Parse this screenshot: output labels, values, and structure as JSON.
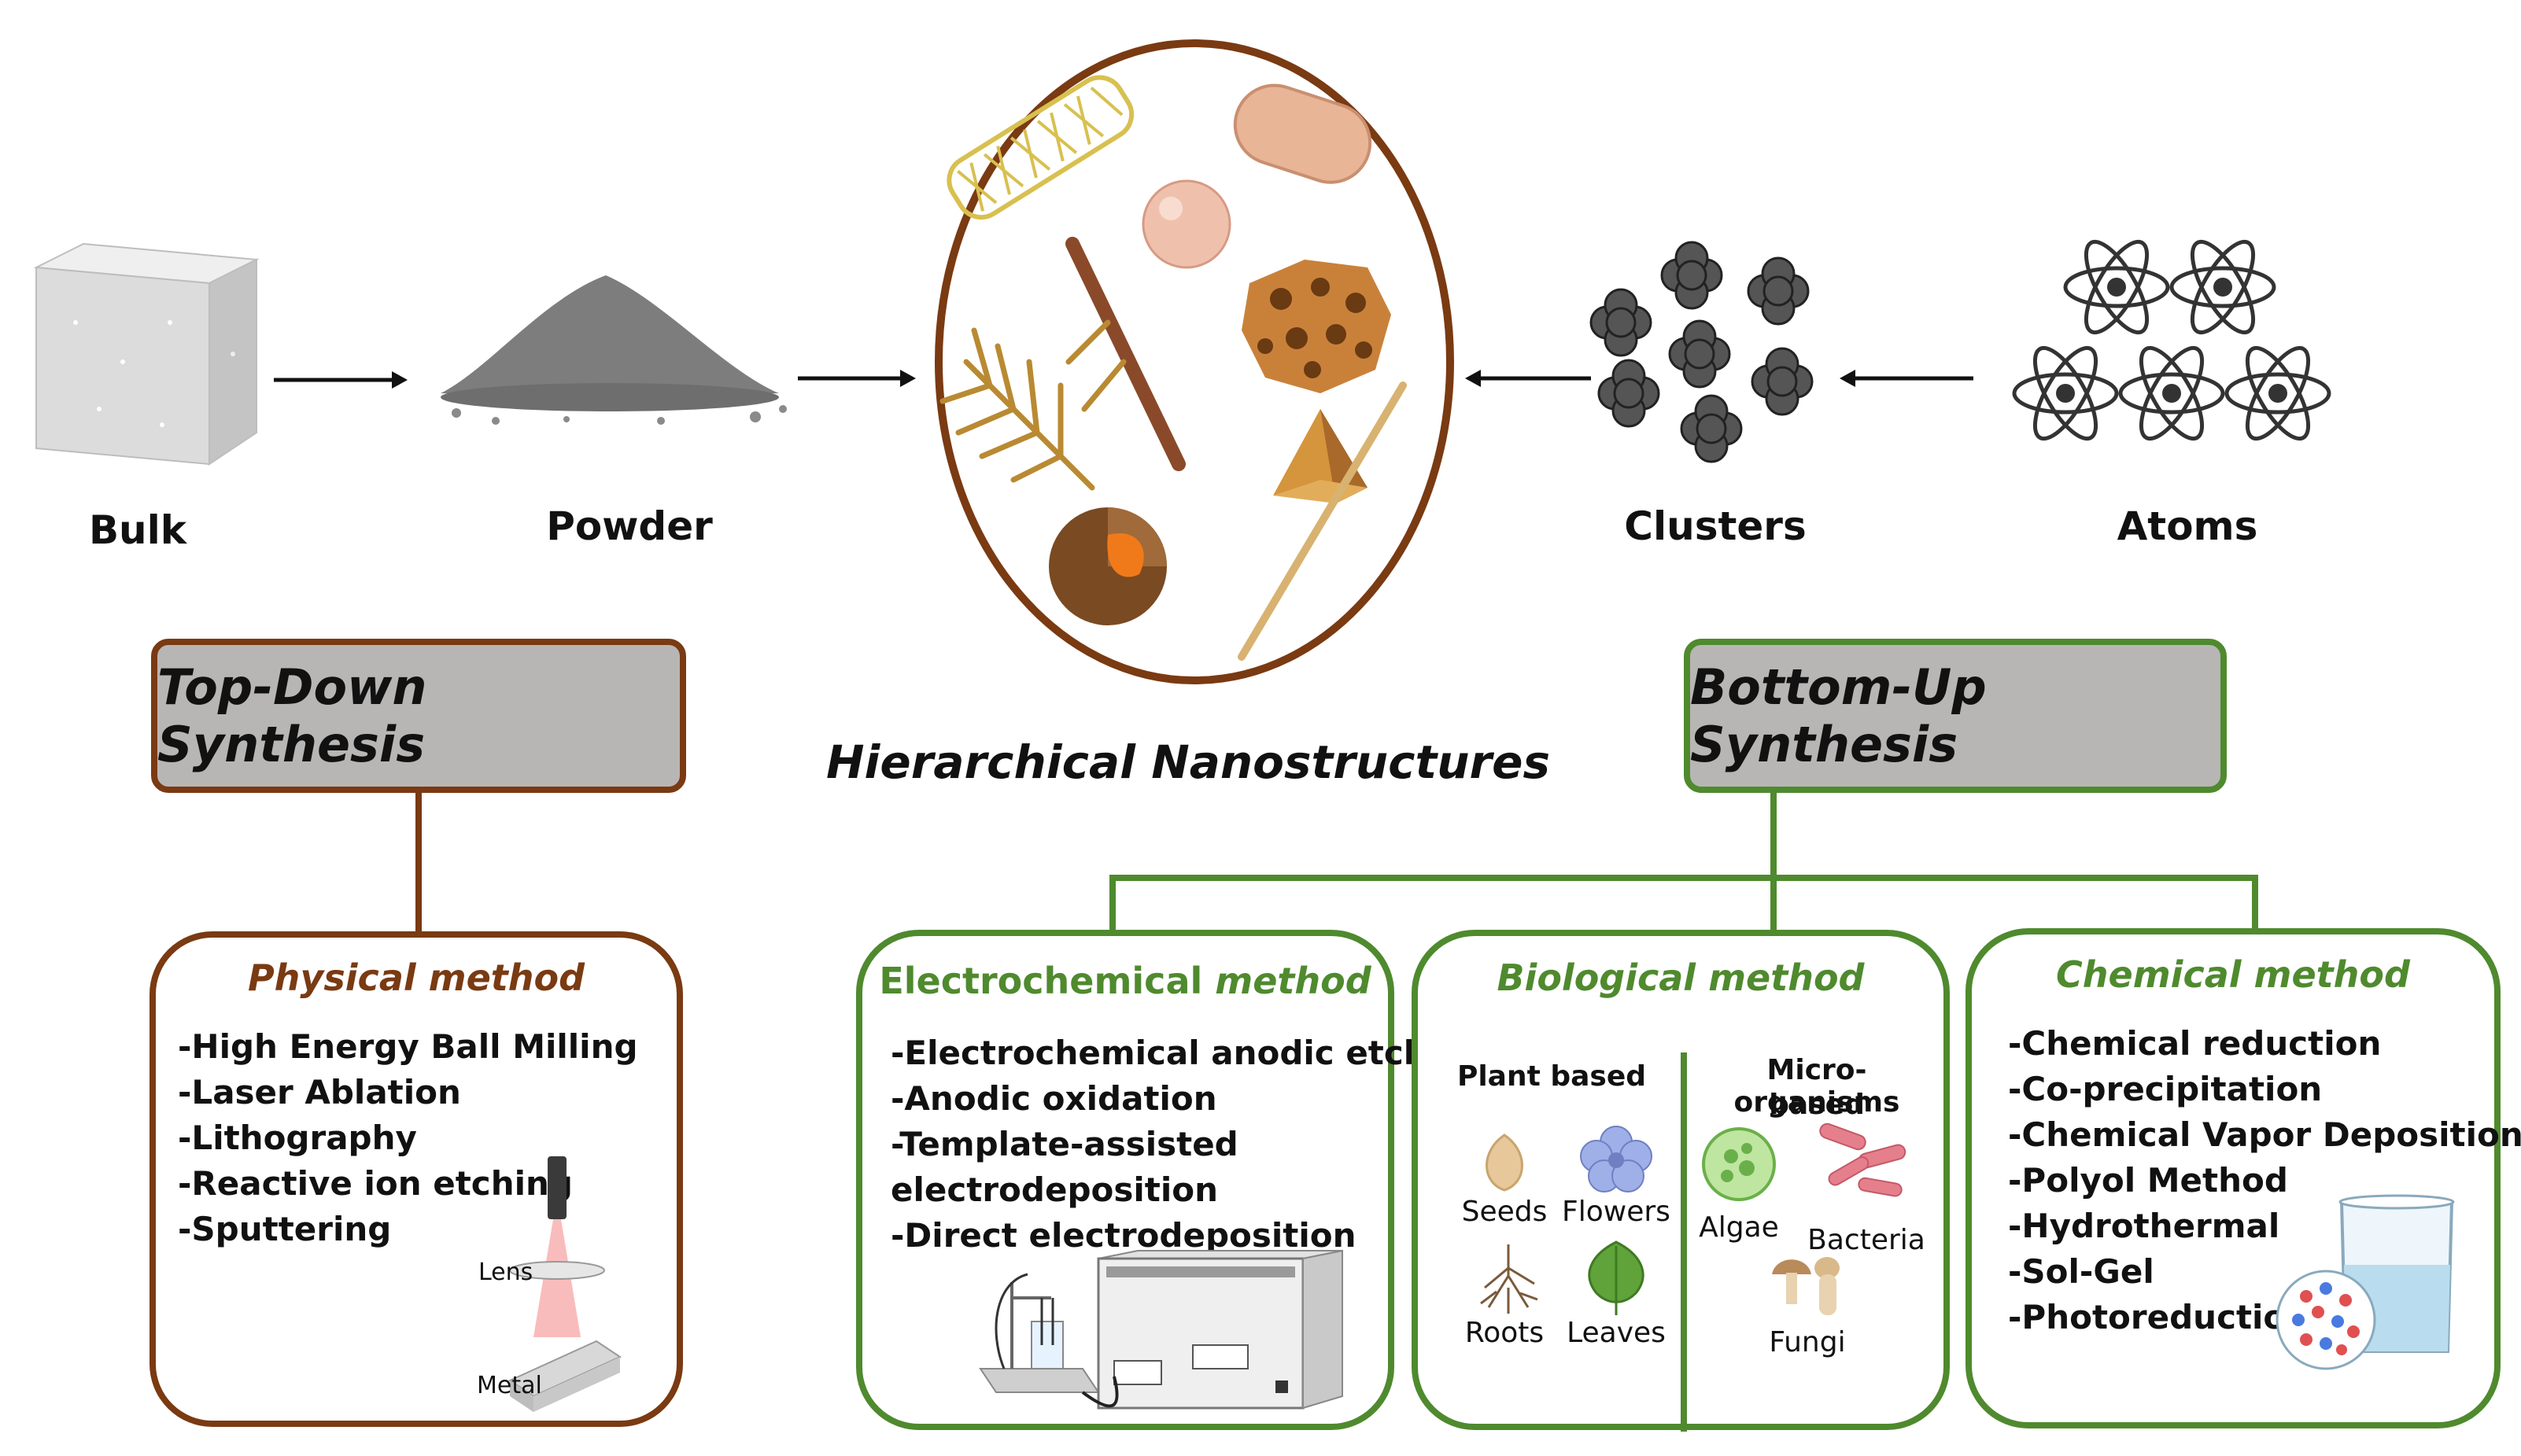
{
  "top_row": {
    "bulk_label": "Bulk",
    "powder_label": "Powder",
    "clusters_label": "Clusters",
    "atoms_label": "Atoms",
    "center_label": "Hierarchical Nanostructures"
  },
  "top_down": {
    "title": "Top-Down Synthesis",
    "physical": {
      "title": "Physical method",
      "items": [
        "-High Energy Ball Milling",
        "-Laser Ablation",
        "-Lithography",
        "-Reactive ion etching",
        "-Sputtering"
      ],
      "lens_label": "Lens",
      "metal_label": "Metal"
    }
  },
  "bottom_up": {
    "title": "Bottom-Up Synthesis",
    "electrochemical": {
      "title_a": "Electrochemical ",
      "title_b": "method",
      "items": [
        "-Electrochemical anodic etching",
        "-Anodic oxidation",
        "-Template-assisted",
        "electrodeposition",
        "-Direct electrodeposition"
      ]
    },
    "biological": {
      "title": "Biological method",
      "plant_header": "Plant based",
      "micro_header_1": "Micro-organisms",
      "micro_header_2": "based",
      "seeds": "Seeds",
      "flowers": "Flowers",
      "roots": "Roots",
      "leaves": "Leaves",
      "algae": "Algae",
      "bacteria": "Bacteria",
      "fungi": "Fungi"
    },
    "chemical": {
      "title": "Chemical method",
      "items": [
        "-Chemical reduction",
        "-Co-precipitation",
        "-Chemical Vapor Deposition",
        "-Polyol Method",
        "-Hydrothermal",
        "-Sol-Gel",
        "-Photoreduction"
      ]
    }
  },
  "colors": {
    "brown": "#7a3a12",
    "green": "#4f8a2e",
    "title_fill": "#b8b6b5"
  }
}
